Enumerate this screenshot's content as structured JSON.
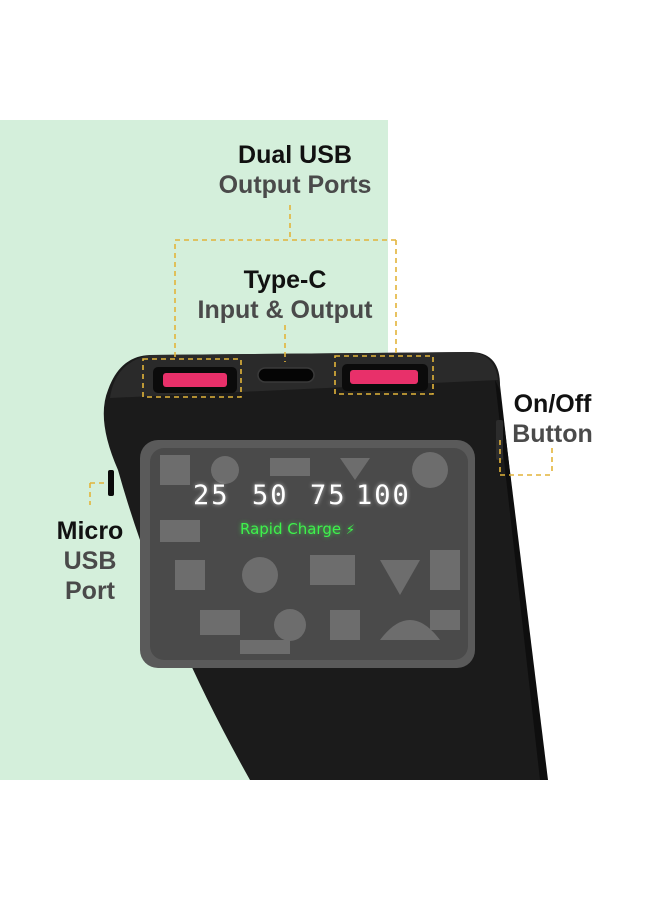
{
  "labels": {
    "dual_usb_line1": "Dual USB",
    "dual_usb_line2": "Output Ports",
    "type_c_line1": "Type-C",
    "type_c_line2": "Input & Output",
    "on_off_line1": "On/Off",
    "on_off_line2": "Button",
    "micro_line1": "Micro",
    "micro_line2": "USB",
    "micro_line3": "Port"
  },
  "display": {
    "levels": [
      "25",
      "50",
      "75",
      "100"
    ],
    "mode_text": "Rapid Charge"
  },
  "colors": {
    "background_panel": "#d4efdb",
    "callout_dash": "#e2b43a",
    "usb_port": "#e8306a",
    "device_body": "#1b1b1b",
    "led_green": "#3ef24c"
  }
}
